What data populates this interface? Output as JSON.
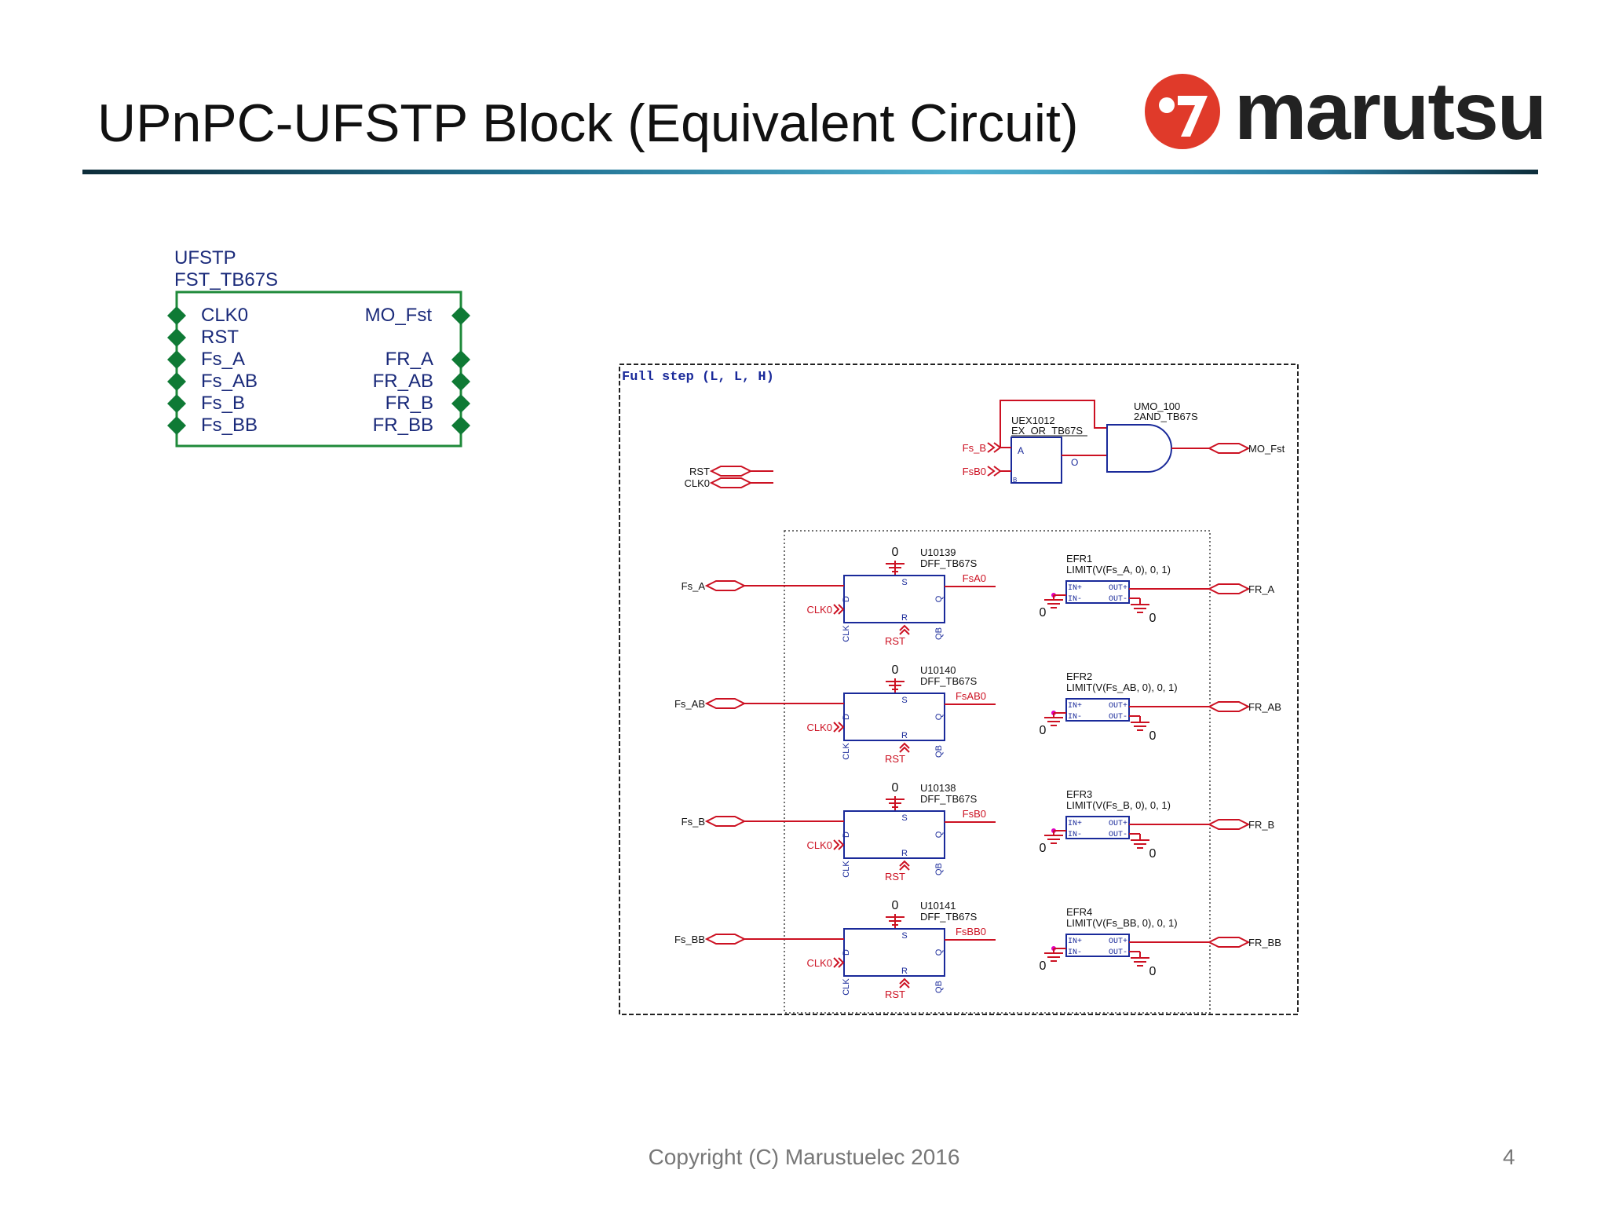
{
  "slide": {
    "title": "UPnPC-UFSTP Block (Equivalent Circuit)",
    "logo_text": "marutsu",
    "copyright": "Copyright (C) Marustuelec 2016",
    "page_number": "4"
  },
  "block": {
    "name": "UFSTP",
    "part": "FST_TB67S",
    "left_pins": [
      "CLK0",
      "RST",
      "Fs_A",
      "Fs_AB",
      "Fs_B",
      "Fs_BB"
    ],
    "right_pins": [
      "MO_Fst",
      "FR_A",
      "FR_AB",
      "FR_B",
      "FR_BB"
    ]
  },
  "schematic": {
    "frame_title": "Full step (L, L, H)",
    "inputs": {
      "rst": "RST",
      "clk": "CLK0"
    },
    "xor": {
      "ref": "UEX1012",
      "part": "EX_OR_TB67S",
      "in_a": "Fs_B",
      "in_b": "FsB0",
      "pin_a": "A",
      "pin_b": "B",
      "pin_o": "O"
    },
    "and": {
      "ref": "UMO_100",
      "part": "2AND_TB67S",
      "out": "MO_Fst"
    },
    "rows": [
      {
        "dff_ref": "U10139",
        "dff_part": "DFF_TB67S",
        "input": "Fs_A",
        "q_net": "FsA0",
        "clk": "CLK0",
        "rst": "RST",
        "zero": "0",
        "limit_ref": "EFR1",
        "limit_expr": "LIMIT(V(Fs_A, 0), 0, 1)",
        "output": "FR_A"
      },
      {
        "dff_ref": "U10140",
        "dff_part": "DFF_TB67S",
        "input": "Fs_AB",
        "q_net": "FsAB0",
        "clk": "CLK0",
        "rst": "RST",
        "zero": "0",
        "limit_ref": "EFR2",
        "limit_expr": "LIMIT(V(Fs_AB, 0), 0, 1)",
        "output": "FR_AB"
      },
      {
        "dff_ref": "U10138",
        "dff_part": "DFF_TB67S",
        "input": "Fs_B",
        "q_net": "FsB0",
        "clk": "CLK0",
        "rst": "RST",
        "zero": "0",
        "limit_ref": "EFR3",
        "limit_expr": "LIMIT(V(Fs_B, 0), 0, 1)",
        "output": "FR_B"
      },
      {
        "dff_ref": "U10141",
        "dff_part": "DFF_TB67S",
        "input": "Fs_BB",
        "q_net": "FsBB0",
        "clk": "CLK0",
        "rst": "RST",
        "zero": "0",
        "limit_ref": "EFR4",
        "limit_expr": "LIMIT(V(Fs_BB, 0), 0, 1)",
        "output": "FR_BB"
      }
    ],
    "dff_pins": {
      "s": "S",
      "r": "R",
      "d": "D",
      "q": "Q",
      "qb": "QB",
      "clk": "CLK"
    },
    "limit_pins": {
      "in_p": "IN+",
      "in_n": "IN-",
      "out_p": "OUT+",
      "out_n": "OUT-"
    },
    "ground_label": "0"
  },
  "colors": {
    "net_red": "#cc1122",
    "comp_blue": "#1a2a9a",
    "block_green": "#1f8a3a",
    "pin_green": "#0f7a35",
    "logo_red": "#e03a2a"
  }
}
